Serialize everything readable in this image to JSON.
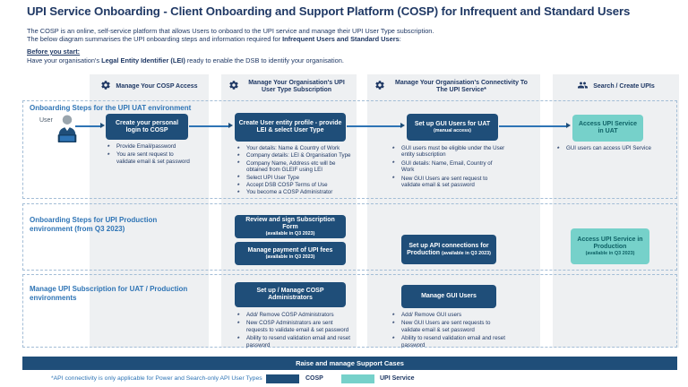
{
  "header": {
    "title": "UPI Service Onboarding - Client Onboarding and Support Platform (COSP) for Infrequent and Standard Users",
    "intro1": "The COSP is an online, self-service platform that allows Users to onboard to the UPI service and manage their UPI User Type subscription.",
    "intro2_prefix": "The below diagram summarises the UPI onboarding steps and information required for ",
    "intro2_bold": "Infrequent Users and Standard Users",
    "intro2_suffix": ":",
    "before_label": "Before you start:",
    "before_prefix": "Have your organisation's ",
    "before_bold": "Legal Entity Identifier (LEI)",
    "before_suffix": " ready to enable the DSB to identify your organisation."
  },
  "columns": [
    {
      "icon": "gear-icon",
      "label": "Manage Your COSP Access"
    },
    {
      "icon": "gear-icon",
      "label": "Manage Your Organisation's UPI User Type Subscription"
    },
    {
      "icon": "gear-icon",
      "label": "Manage Your Organisation's Connectivity To The UPI Service*"
    },
    {
      "icon": "people-icon",
      "label": "Search / Create UPIs"
    }
  ],
  "row_uat": {
    "label": "Onboarding Steps for the UPI UAT environment",
    "user_label": "User",
    "step1": {
      "title": "Create your personal login to COSP",
      "bullets": [
        "Provide Email/password",
        "You are sent request to validate email & set password"
      ]
    },
    "step2": {
      "title": "Create User entity profile - provide LEI & select User Type",
      "bullets": [
        "Your details: Name & Country of Work",
        "Company details: LEI & Organisation Type",
        "Company Name, Address etc will be obtained from GLEIF using LEI",
        "Select UPI User Type",
        "Accept DSB COSP Terms of Use",
        "You become a COSP Administrator"
      ]
    },
    "step3": {
      "title": "Set up GUI Users for UAT",
      "subtitle": "(manual access)",
      "bullets": [
        "GUI users must be eligible under the User entity subscription",
        "GUI details: Name, Email, Country of Work",
        "New GUI Users are sent request to validate email & set password"
      ]
    },
    "step4": {
      "title": "Access UPI Service in UAT",
      "bullets": [
        "GUI users can access UPI Service"
      ]
    }
  },
  "row_prod": {
    "label": "Onboarding Steps for UPI Production environment (from Q3 2023)",
    "box1": {
      "title": "Review and sign Subscription Form",
      "subtitle": "(available in Q3 2023)"
    },
    "box2": {
      "title": "Manage payment of UPI fees",
      "subtitle": "(available in Q3 2023)"
    },
    "box3": {
      "title": "Set up API connections for Production",
      "subtitle": "(available in Q3 2023)"
    },
    "box4": {
      "title": "Access UPI Service in Production",
      "subtitle": "(available in Q3 2023)"
    }
  },
  "row_manage": {
    "label": "Manage UPI Subscription for UAT / Production environments",
    "box1": {
      "title": "Set up / Manage COSP Administrators",
      "bullets": [
        "Add/ Remove COSP Administrators",
        "New COSP Administrators are sent requests to validate email & set password",
        "Ability to resend validation email and reset password"
      ]
    },
    "box2": {
      "title": "Manage GUI Users",
      "bullets": [
        "Add/ Remove GUI users",
        "New GUI Users are sent requests to validate email & set password",
        "Ability to resend validation email and reset password"
      ]
    }
  },
  "support_bar_label": "Raise and manage Support Cases",
  "footer": {
    "note": "*API connectivity is only applicable for Power and Search-only API User Types",
    "legend": [
      {
        "label": "COSP",
        "color": "#1f4e79"
      },
      {
        "label": "UPI Service",
        "color": "#76d1ca"
      }
    ]
  },
  "colors": {
    "navy_box": "#1f4e79",
    "text_navy": "#1f3864",
    "row_label_blue": "#2e74b5",
    "teal": "#76d1ca",
    "teal_text": "#0f6266",
    "column_band_gray": "#eef0f2"
  }
}
